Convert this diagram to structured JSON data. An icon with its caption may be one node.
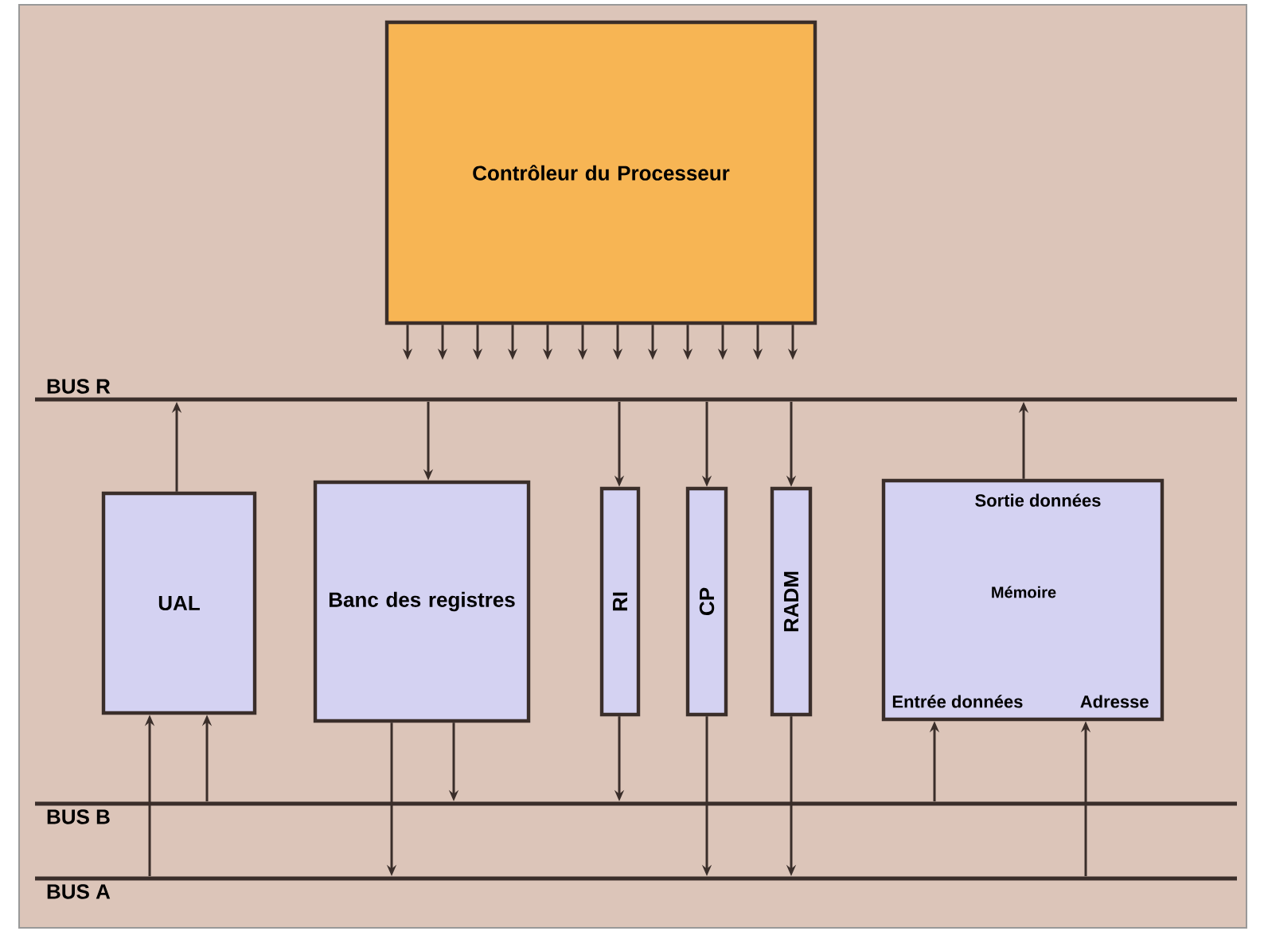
{
  "diagram": {
    "nodes": [
      {
        "text": [
          "Contrôleur du Processeur"
        ]
      },
      {
        "text": [
          "UAL"
        ]
      },
      {
        "text": [
          "Banc des registres"
        ]
      },
      {
        "text": [
          "RI"
        ]
      },
      {
        "text": [
          "CP"
        ]
      },
      {
        "text": [
          "RADM"
        ]
      },
      {
        "text": [
          "Sortie données",
          "Mémoire",
          "Entrée données",
          "Adresse"
        ]
      },
      {
        "text": [
          "BUS R"
        ]
      },
      {
        "text": [
          "BUS B"
        ]
      },
      {
        "text": [
          "BUS A"
        ]
      }
    ],
    "edges": [
      {
        "from": 0,
        "to": null,
        "arrow": "to"
      },
      {
        "from": 0,
        "to": null,
        "arrow": "to"
      },
      {
        "from": 0,
        "to": null,
        "arrow": "to"
      },
      {
        "from": 0,
        "to": null,
        "arrow": "to"
      },
      {
        "from": 0,
        "to": null,
        "arrow": "to"
      },
      {
        "from": 0,
        "to": null,
        "arrow": "to"
      },
      {
        "from": 0,
        "to": null,
        "arrow": "to"
      },
      {
        "from": 0,
        "to": null,
        "arrow": "to"
      },
      {
        "from": 0,
        "to": null,
        "arrow": "to"
      },
      {
        "from": 0,
        "to": null,
        "arrow": "to"
      },
      {
        "from": 0,
        "to": null,
        "arrow": "to"
      },
      {
        "from": 0,
        "to": null,
        "arrow": "to"
      },
      {
        "from": 1,
        "to": 7,
        "arrow": "to"
      },
      {
        "from": 7,
        "to": 2,
        "arrow": "to"
      },
      {
        "from": 7,
        "to": 3,
        "arrow": "to"
      },
      {
        "from": 7,
        "to": 4,
        "arrow": "to"
      },
      {
        "from": 7,
        "to": 5,
        "arrow": "to"
      },
      {
        "from": 6,
        "to": 7,
        "arrow": "to"
      },
      {
        "from": 9,
        "to": 1,
        "arrow": "to"
      },
      {
        "from": 8,
        "to": 1,
        "arrow": "to"
      },
      {
        "from": 2,
        "to": 9,
        "arrow": "to"
      },
      {
        "from": 2,
        "to": 8,
        "arrow": "to"
      },
      {
        "from": 3,
        "to": 8,
        "arrow": "to"
      },
      {
        "from": 4,
        "to": 9,
        "arrow": "to"
      },
      {
        "from": 5,
        "to": 9,
        "arrow": "to"
      },
      {
        "from": 8,
        "to": 6,
        "arrow": "to"
      },
      {
        "from": 9,
        "to": 6,
        "arrow": "to"
      }
    ]
  }
}
